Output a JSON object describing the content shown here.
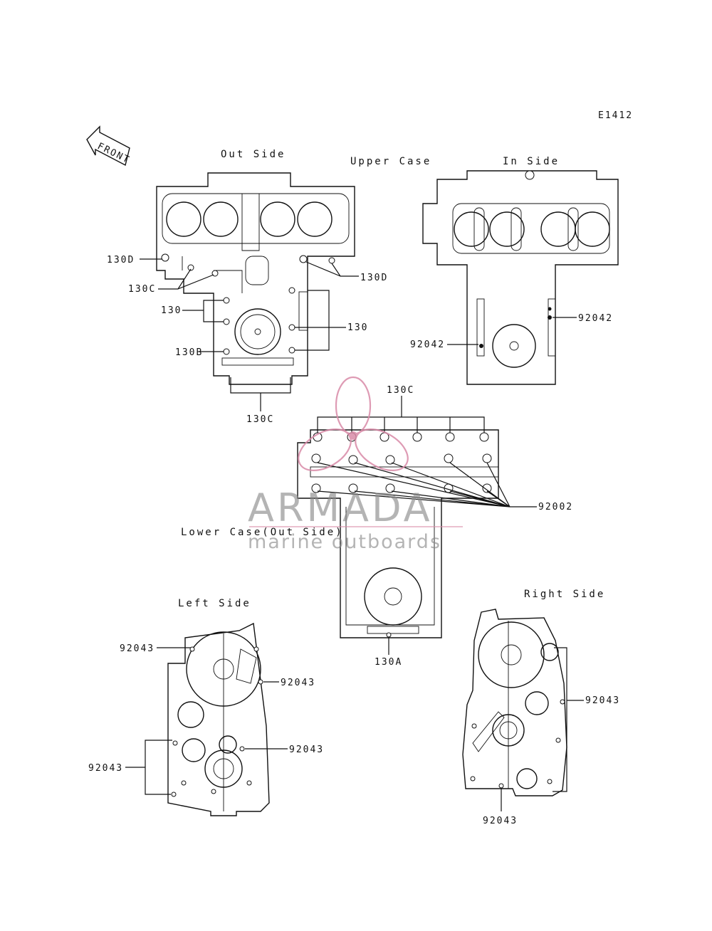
{
  "diagram": {
    "code": "E1412",
    "front_label": "FRONT",
    "titles": {
      "out_side": "Out Side",
      "upper_case": "Upper Case",
      "in_side": "In Side",
      "lower_case": "Lower Case(Out Side)",
      "left_side": "Left Side",
      "right_side": "Right Side"
    },
    "callouts": {
      "c130d_left": "130D",
      "c130c_upper": "130C",
      "c130_left": "130",
      "c130b": "130B",
      "c130c_bottom": "130C",
      "c130d_right": "130D",
      "c130_right": "130",
      "c92042_right": "92042",
      "c92042_left": "92042",
      "c130c_lower": "130C",
      "c92002": "92002",
      "c130a": "130A",
      "c92043_ls_top": "92043",
      "c92043_ls_mid": "92043",
      "c92043_ls_low": "92043",
      "c92043_ls_left": "92043",
      "c92043_rs_right": "92043",
      "c92043_rs_bottom": "92043"
    },
    "watermark": {
      "brand": "ARMADA",
      "tagline": "marine outboards",
      "accent_color": "#d98aa8",
      "text_color": "#8a8a8a"
    }
  }
}
